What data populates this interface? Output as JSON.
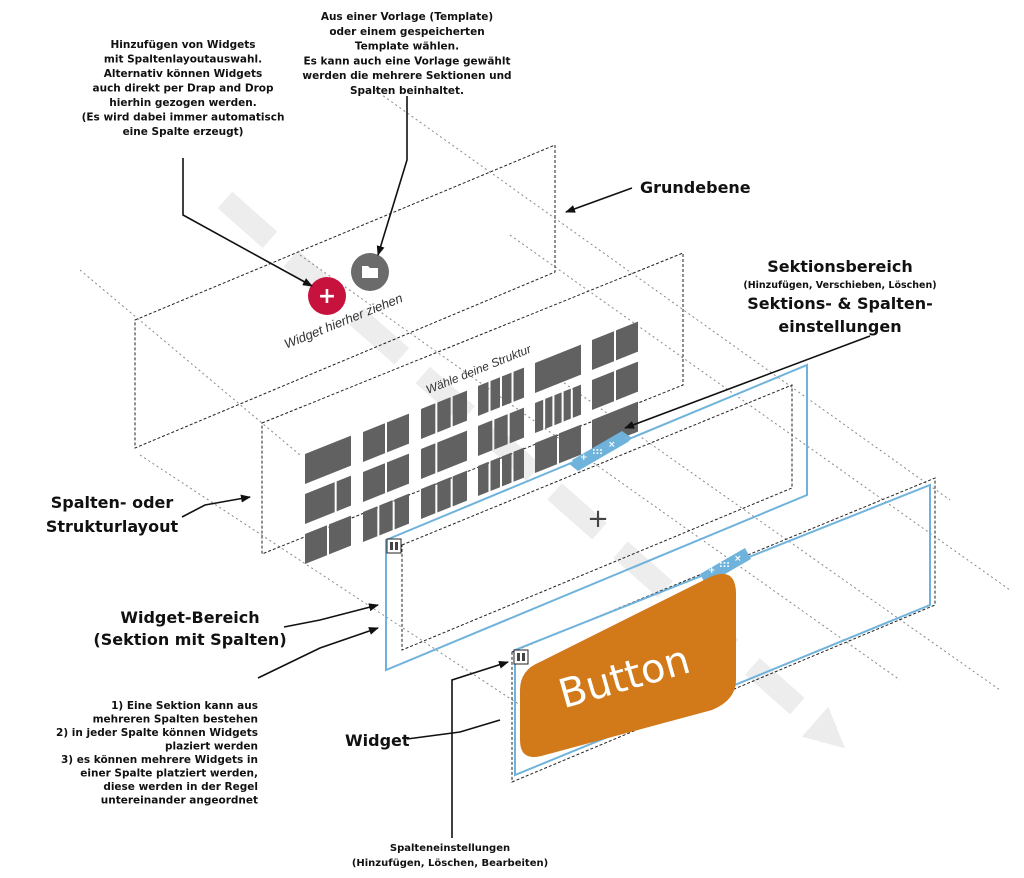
{
  "annotations": {
    "add_widgets_note": [
      "Hinzufügen von Widgets",
      "mit Spaltenlayoutauswahl.",
      "Alternativ können Widgets",
      "auch direkt per Drap and Drop",
      "hierhin gezogen werden.",
      "(Es wird dabei immer automatisch",
      "eine Spalte erzeugt)"
    ],
    "template_note": [
      "Aus einer Vorlage (Template)",
      "oder einem gespeicherten",
      "Template wählen.",
      "Es kann auch eine Vorlage gewählt",
      "werden die mehrere Sektionen und",
      "Spalten beinhaltet."
    ],
    "grundebene": "Grundebene",
    "sektionsbereich_title": "Sektionsbereich",
    "sektionsbereich_sub": "(Hinzufügen, Verschieben, Löschen)",
    "sektions_spalten_line1": "Sektions- & Spalten-",
    "sektions_spalten_line2": "einstellungen",
    "spalten_layout_line1": "Spalten- oder",
    "spalten_layout_line2": "Strukturlayout",
    "widget_bereich_line1": "Widget-Bereich",
    "widget_bereich_line2": "(Sektion mit Spalten)",
    "rules_note": [
      "1) Eine Sektion kann aus",
      "mehreren Spalten bestehen",
      "2) in jeder Spalte können Widgets",
      "plaziert werden",
      "3) es können mehrere Widgets in",
      "einer Spalte platziert werden,",
      "diese werden in der Regel",
      "untereinander angeordnet"
    ],
    "widget": "Widget",
    "spalten_einstellungen_line1": "Spalteneinstellungen",
    "spalten_einstellungen_line2": "(Hinzufügen, Löschen, Bearbeiten)"
  },
  "layers": {
    "base": {
      "drop_hint": "Widget hierher ziehen",
      "add_button_symbol": "+",
      "add_button_color": "#c8123e",
      "template_button_color": "#6b6b6b"
    },
    "structure": {
      "title": "Wähle deine Struktur",
      "tile_color": "#616161"
    },
    "section": {
      "border_color": "#6fb3dc",
      "toolbar_color": "#6fb3dc",
      "toolbar_symbols": [
        "+",
        ":::",
        "×"
      ],
      "plus_symbol": "+"
    },
    "widget": {
      "button_label": "Button",
      "button_color": "#d2791a"
    }
  }
}
